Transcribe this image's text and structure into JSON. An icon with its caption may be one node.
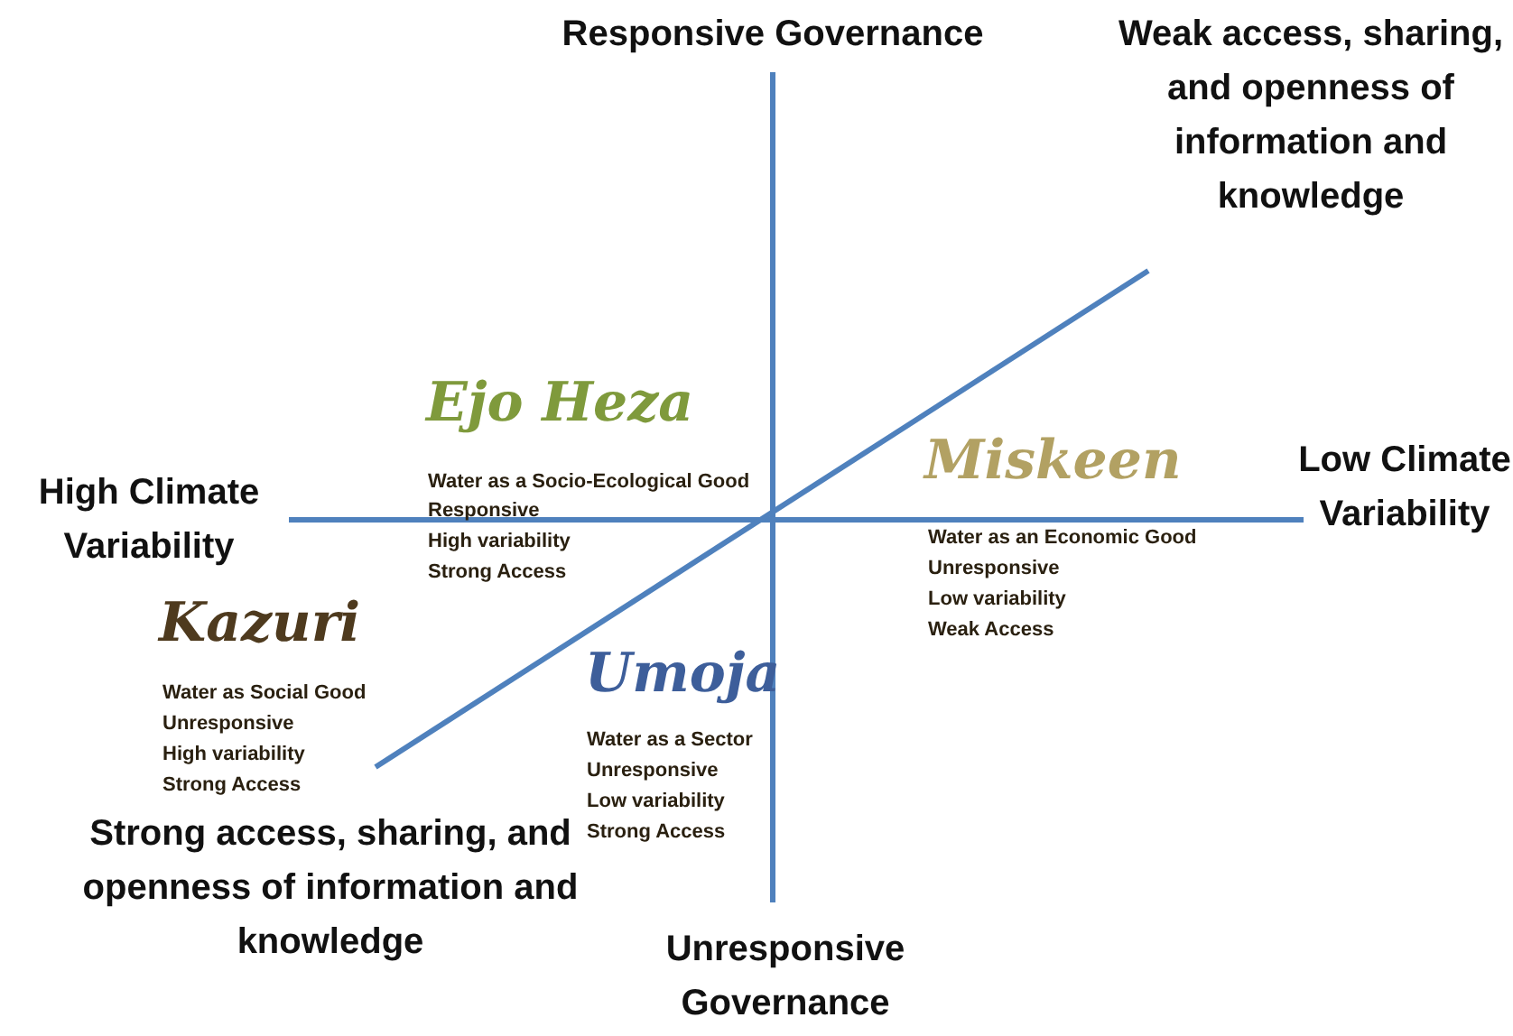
{
  "diagram": {
    "labels": [
      "Responsive Governance",
      "Weak access, sharing, and openness of information and knowledge",
      "Ejo Heza",
      "Water as a Socio-Ecological Good",
      "Responsive",
      "High variability",
      "Strong Access",
      "Miskeen",
      "Water as an Economic Good",
      "Unresponsive",
      "Low variability",
      "Weak Access",
      "High Climate Variability",
      "Low Climate Variability",
      "Kazuri",
      "Water as Social Good",
      "Unresponsive",
      "High variability",
      "Strong Access",
      "Umoja",
      "Water as a Sector",
      "Unresponsive",
      "Low variability",
      "Strong Access",
      "Strong access, sharing, and openness of information and knowledge",
      "Unresponsive Governance"
    ]
  }
}
